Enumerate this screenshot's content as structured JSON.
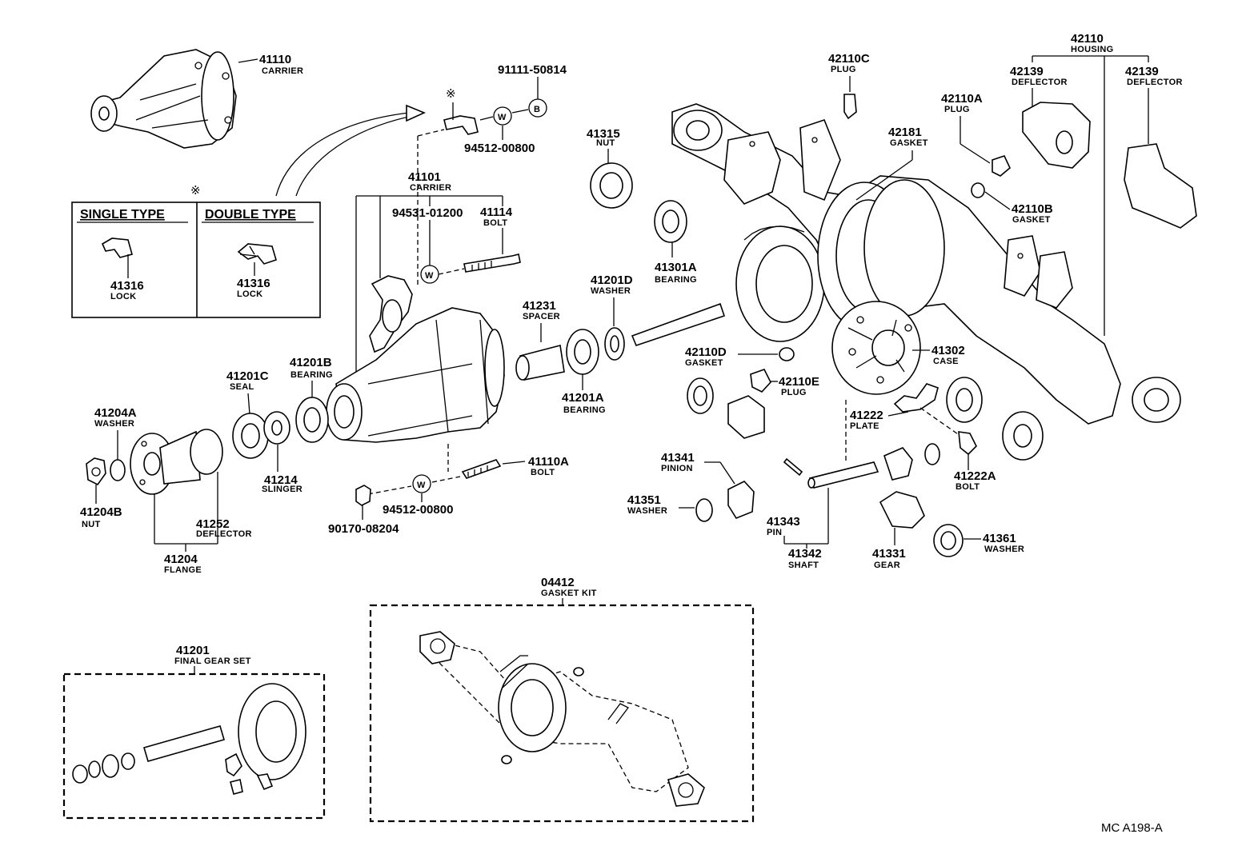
{
  "headings": {
    "single_type": "SINGLE  TYPE",
    "double_type": "DOUBLE  TYPE",
    "ref_mark": "※"
  },
  "callouts": {
    "carrier_top": {
      "number": "41110",
      "desc": "CARRIER"
    },
    "bolt_91111": {
      "number": "91111-50814"
    },
    "washer_94512_top": {
      "number": "94512-00800"
    },
    "lock_single": {
      "number": "41316",
      "desc": "LOCK"
    },
    "lock_double": {
      "number": "41316",
      "desc": "LOCK"
    },
    "carrier_41101": {
      "number": "41101",
      "desc": "CARRIER"
    },
    "washer_94531": {
      "number": "94531-01200"
    },
    "bolt_41114": {
      "number": "41114",
      "desc": "BOLT"
    },
    "nut_41315": {
      "number": "41315",
      "desc": "NUT"
    },
    "bearing_41301a": {
      "number": "41301A",
      "desc": "BEARING"
    },
    "washer_41201d": {
      "number": "41201D",
      "desc": "WASHER"
    },
    "spacer_41231": {
      "number": "41231",
      "desc": "SPACER"
    },
    "bearing_41201a": {
      "number": "41201A",
      "desc": "BEARING"
    },
    "bearing_41201b": {
      "number": "41201B",
      "desc": "BEARING"
    },
    "seal_41201c": {
      "number": "41201C",
      "desc": "SEAL"
    },
    "washer_41204a": {
      "number": "41204A",
      "desc": "WASHER"
    },
    "slinger_41214": {
      "number": "41214",
      "desc": "SLINGER"
    },
    "nut_41204b": {
      "number": "41204B",
      "desc": "NUT"
    },
    "deflector_41252": {
      "number": "41252",
      "desc": "DEFLECTOR"
    },
    "flange_41204": {
      "number": "41204",
      "desc": "FLANGE"
    },
    "bolt_41110a": {
      "number": "41110A",
      "desc": "BOLT"
    },
    "washer_94512_bottom": {
      "number": "94512-00800"
    },
    "nut_90170": {
      "number": "90170-08204"
    },
    "plug_42110c": {
      "number": "42110C",
      "desc": "PLUG"
    },
    "gasket_42181": {
      "number": "42181",
      "desc": "GASKET"
    },
    "plug_42110a": {
      "number": "42110A",
      "desc": "PLUG"
    },
    "gasket_42110b": {
      "number": "42110B",
      "desc": "GASKET"
    },
    "housing_42110": {
      "number": "42110",
      "desc": "HOUSING"
    },
    "deflector_42139_l": {
      "number": "42139",
      "desc": "DEFLECTOR"
    },
    "deflector_42139_r": {
      "number": "42139",
      "desc": "DEFLECTOR"
    },
    "gasket_42110d": {
      "number": "42110D",
      "desc": "GASKET"
    },
    "plug_42110e": {
      "number": "42110E",
      "desc": "PLUG"
    },
    "case_41302": {
      "number": "41302",
      "desc": "CASE"
    },
    "plate_41222": {
      "number": "41222",
      "desc": "PLATE"
    },
    "bolt_41222a": {
      "number": "41222A",
      "desc": "BOLT"
    },
    "pinion_41341": {
      "number": "41341",
      "desc": "PINION"
    },
    "washer_41351": {
      "number": "41351",
      "desc": "WASHER"
    },
    "pin_41343": {
      "number": "41343",
      "desc": "PIN"
    },
    "shaft_41342": {
      "number": "41342",
      "desc": "SHAFT"
    },
    "gear_41331": {
      "number": "41331",
      "desc": "GEAR"
    },
    "washer_41361": {
      "number": "41361",
      "desc": "WASHER"
    },
    "final_gear_set": {
      "number": "41201",
      "desc": "FINAL GEAR SET"
    },
    "gasket_kit": {
      "number": "04412",
      "desc": "GASKET KIT"
    }
  },
  "circle_marks": {
    "w": "W",
    "b": "B"
  },
  "diagram_code": "MC   A198-A"
}
